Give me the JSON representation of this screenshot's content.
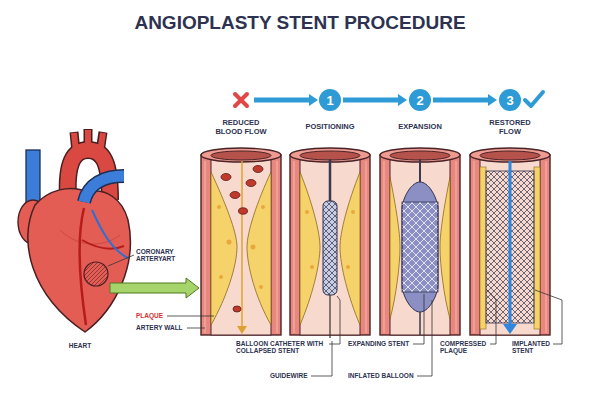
{
  "diagram": {
    "title": "ANGIOPLASTY STENT PROCEDURE",
    "nodes": [
      {
        "text": [
          "1"
        ]
      },
      {
        "text": [
          "2"
        ]
      },
      {
        "text": [
          "3"
        ]
      }
    ],
    "edges": [
      {
        "from": 0,
        "to": 1,
        "arrow": "to"
      },
      {
        "from": 1,
        "to": 2,
        "arrow": "to"
      }
    ],
    "labels": [
      "REDUCED BLOOD FLOW",
      "POSITIONING",
      "EXPANSION",
      "RESTORED FLOW",
      "CORONARY ARTERYART",
      "PLAQUE",
      "ARTERY WALL",
      "HEART",
      "BALLOON CATHETER WITH COLLAPSED STENT",
      "GUIDEWIRE",
      "EXPANDING STENT",
      "INFLATED BALLOON",
      "COMPRESSED PLAQUE",
      "IMPLANTED STENT"
    ]
  }
}
